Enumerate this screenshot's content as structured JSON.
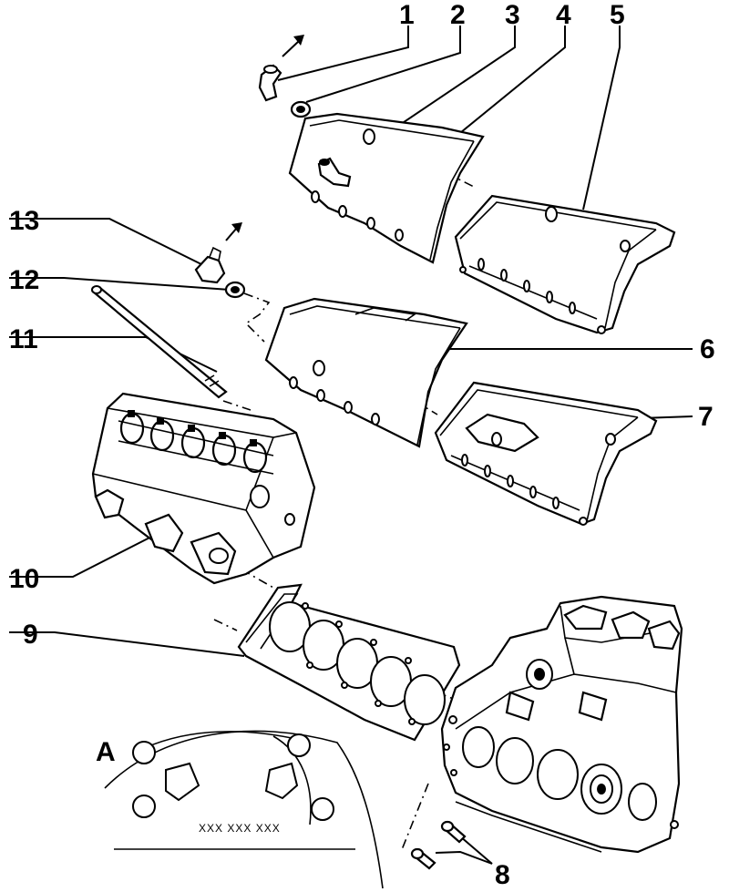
{
  "callouts": [
    {
      "id": "1",
      "label": "1"
    },
    {
      "id": "2",
      "label": "2"
    },
    {
      "id": "3",
      "label": "3"
    },
    {
      "id": "4",
      "label": "4"
    },
    {
      "id": "5",
      "label": "5"
    },
    {
      "id": "6",
      "label": "6"
    },
    {
      "id": "7",
      "label": "7"
    },
    {
      "id": "8",
      "label": "8"
    },
    {
      "id": "9",
      "label": "9"
    },
    {
      "id": "10",
      "label": "10"
    },
    {
      "id": "11",
      "label": "11"
    },
    {
      "id": "12",
      "label": "12"
    },
    {
      "id": "13",
      "label": "13"
    }
  ],
  "detail_view": {
    "label": "A",
    "marking_text": "XXX XXX XXX"
  },
  "colors": {
    "line": "#000000",
    "background": "#ffffff"
  }
}
